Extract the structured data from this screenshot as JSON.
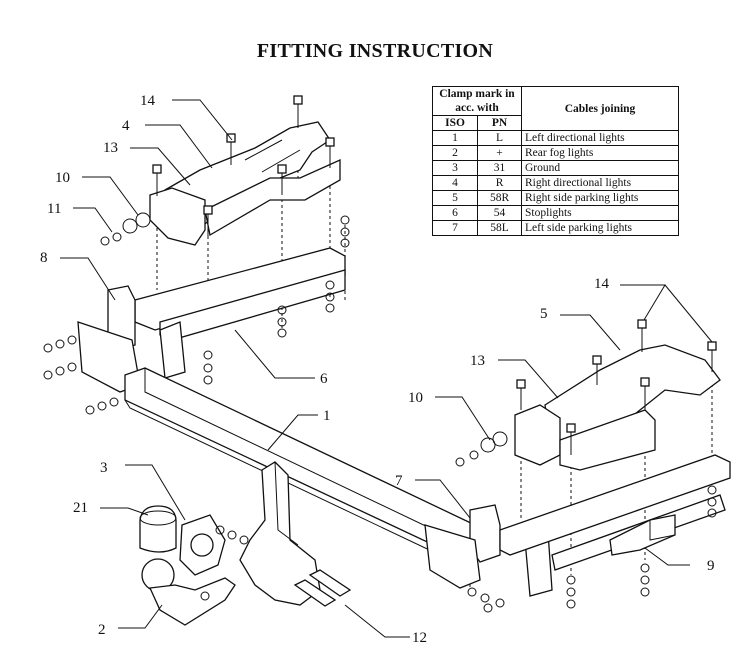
{
  "title": "FITTING INSTRUCTION",
  "table": {
    "header_group": "Clamp mark in acc. with",
    "header_cables": "Cables joining",
    "col_iso": "ISO",
    "col_pn": "PN",
    "rows": [
      {
        "iso": "1",
        "pn": "L",
        "cable": "Left directional lights"
      },
      {
        "iso": "2",
        "pn": "+",
        "cable": "Rear fog lights"
      },
      {
        "iso": "3",
        "pn": "31",
        "cable": "Ground"
      },
      {
        "iso": "4",
        "pn": "R",
        "cable": "Right directional lights"
      },
      {
        "iso": "5",
        "pn": "58R",
        "cable": "Right side parking lights"
      },
      {
        "iso": "6",
        "pn": "54",
        "cable": "Stoplights"
      },
      {
        "iso": "7",
        "pn": "58L",
        "cable": "Left side parking lights"
      }
    ]
  },
  "part_labels": {
    "p1": "1",
    "p2": "2",
    "p3": "3",
    "p4": "4",
    "p5": "5",
    "p6": "6",
    "p7": "7",
    "p8": "8",
    "p9": "9",
    "p10_left": "10",
    "p10_right": "10",
    "p11": "11",
    "p12": "12",
    "p13_left": "13",
    "p13_right": "13",
    "p14_left": "14",
    "p14_right": "14",
    "p21": "21"
  }
}
